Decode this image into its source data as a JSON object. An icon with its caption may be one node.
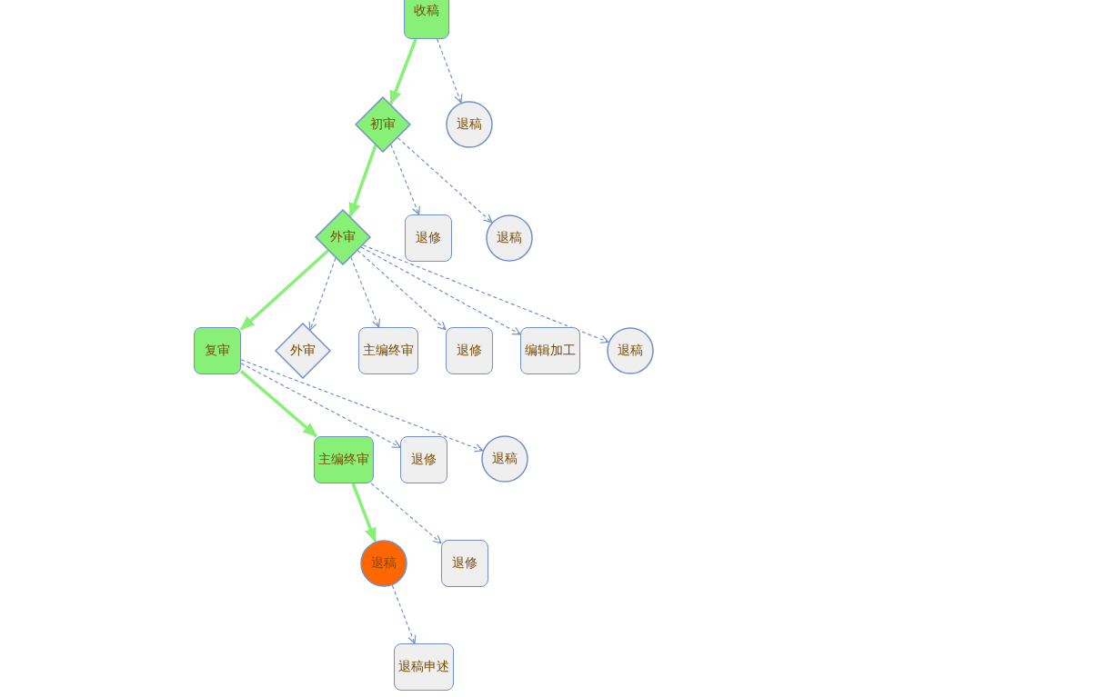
{
  "diagram": {
    "nodes": [
      {
        "text": [
          "收稿"
        ]
      },
      {
        "text": [
          "初审"
        ]
      },
      {
        "text": [
          "退稿"
        ]
      },
      {
        "text": [
          "外审"
        ]
      },
      {
        "text": [
          "退修"
        ]
      },
      {
        "text": [
          "退稿"
        ]
      },
      {
        "text": [
          "复审"
        ]
      },
      {
        "text": [
          "外审"
        ]
      },
      {
        "text": [
          "主编终审"
        ]
      },
      {
        "text": [
          "退修"
        ]
      },
      {
        "text": [
          "编辑加工"
        ]
      },
      {
        "text": [
          "退稿"
        ]
      },
      {
        "text": [
          "主编终审"
        ]
      },
      {
        "text": [
          "退修"
        ]
      },
      {
        "text": [
          "退稿"
        ]
      },
      {
        "text": [
          "退稿"
        ]
      },
      {
        "text": [
          "退修"
        ]
      },
      {
        "text": [
          "退稿申述"
        ]
      }
    ],
    "edges": [
      {
        "from": 0,
        "to": 1,
        "arrow": "to",
        "style": "thick",
        "color": "#88f077"
      },
      {
        "from": 0,
        "to": 2,
        "arrow": "to",
        "style": "dashed"
      },
      {
        "from": 1,
        "to": 3,
        "arrow": "to",
        "style": "thick",
        "color": "#88f077"
      },
      {
        "from": 1,
        "to": 4,
        "arrow": "to",
        "style": "dashed"
      },
      {
        "from": 1,
        "to": 5,
        "arrow": "to",
        "style": "dashed"
      },
      {
        "from": 3,
        "to": 6,
        "arrow": "to",
        "style": "thick",
        "color": "#88f077"
      },
      {
        "from": 3,
        "to": 7,
        "arrow": "to",
        "style": "dashed"
      },
      {
        "from": 3,
        "to": 8,
        "arrow": "to",
        "style": "dashed"
      },
      {
        "from": 3,
        "to": 9,
        "arrow": "to",
        "style": "dashed"
      },
      {
        "from": 3,
        "to": 10,
        "arrow": "to",
        "style": "dashed"
      },
      {
        "from": 3,
        "to": 11,
        "arrow": "to",
        "style": "dashed"
      },
      {
        "from": 6,
        "to": 12,
        "arrow": "to",
        "style": "thick",
        "color": "#88f077"
      },
      {
        "from": 6,
        "to": 13,
        "arrow": "to",
        "style": "dashed"
      },
      {
        "from": 6,
        "to": 14,
        "arrow": "to",
        "style": "dashed"
      },
      {
        "from": 12,
        "to": 15,
        "arrow": "to",
        "style": "thick",
        "color": "#88f077"
      },
      {
        "from": 12,
        "to": 16,
        "arrow": "to",
        "style": "dashed"
      },
      {
        "from": 15,
        "to": 17,
        "arrow": "to",
        "style": "dashed"
      }
    ]
  }
}
